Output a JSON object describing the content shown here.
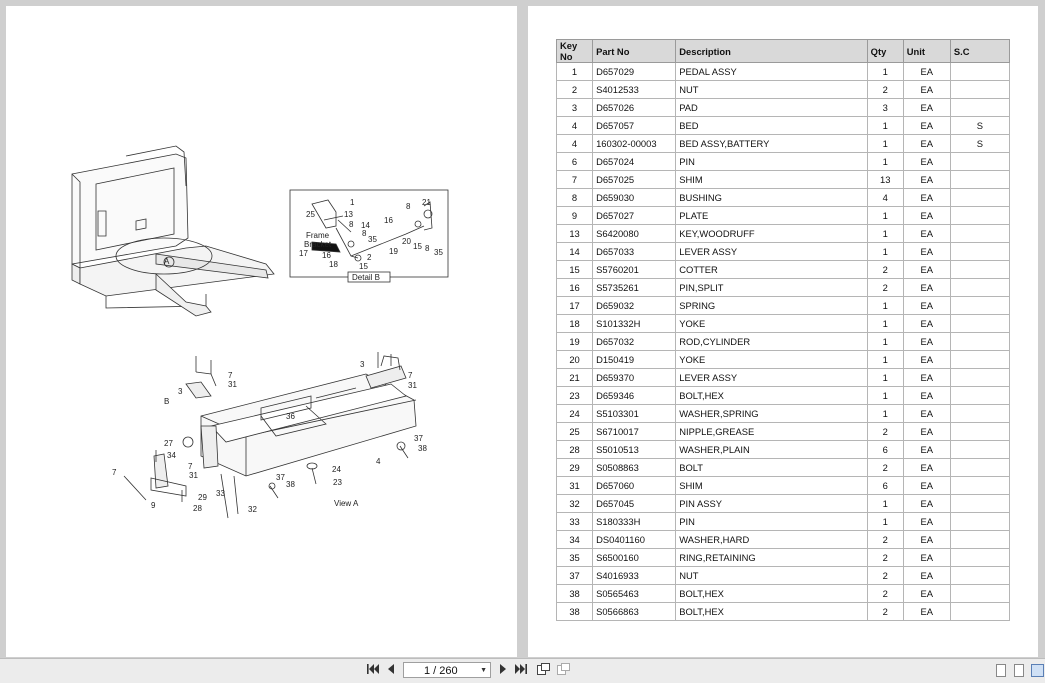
{
  "drawing": {
    "labels": {
      "frame_bracket_1": "Frame",
      "frame_bracket_2": "Bracket",
      "detail_b": "Detail  B",
      "view_a": "View  A",
      "marker_a": "A",
      "marker_b": "B",
      "detail_numbers": [
        "1",
        "25",
        "13",
        "8",
        "14",
        "8",
        "35",
        "16",
        "17",
        "16",
        "18",
        "15",
        "2",
        "19",
        "20",
        "8",
        "21",
        "15",
        "8",
        "35"
      ],
      "view_numbers": [
        "7",
        "31",
        "3",
        "B",
        "36",
        "3",
        "7",
        "31",
        "27",
        "34",
        "7",
        "31",
        "7",
        "9",
        "29",
        "28",
        "33",
        "37",
        "38",
        "24",
        "23",
        "32",
        "4",
        "37",
        "38"
      ]
    }
  },
  "table": {
    "headers": [
      "Key No",
      "Part No",
      "Description",
      "Qty",
      "Unit",
      "S.C"
    ],
    "rows": [
      [
        "1",
        "D657029",
        "PEDAL ASSY",
        "1",
        "EA",
        ""
      ],
      [
        "2",
        "S4012533",
        "NUT",
        "2",
        "EA",
        ""
      ],
      [
        "3",
        "D657026",
        "PAD",
        "3",
        "EA",
        ""
      ],
      [
        "4",
        "D657057",
        "BED",
        "1",
        "EA",
        "S"
      ],
      [
        "4",
        "160302-00003",
        "BED ASSY,BATTERY",
        "1",
        "EA",
        "S"
      ],
      [
        "6",
        "D657024",
        "PIN",
        "1",
        "EA",
        ""
      ],
      [
        "7",
        "D657025",
        "SHIM",
        "13",
        "EA",
        ""
      ],
      [
        "8",
        "D659030",
        "BUSHING",
        "4",
        "EA",
        ""
      ],
      [
        "9",
        "D657027",
        "PLATE",
        "1",
        "EA",
        ""
      ],
      [
        "13",
        "S6420080",
        "KEY,WOODRUFF",
        "1",
        "EA",
        ""
      ],
      [
        "14",
        "D657033",
        "LEVER ASSY",
        "1",
        "EA",
        ""
      ],
      [
        "15",
        "S5760201",
        "COTTER",
        "2",
        "EA",
        ""
      ],
      [
        "16",
        "S5735261",
        "PIN,SPLIT",
        "2",
        "EA",
        ""
      ],
      [
        "17",
        "D659032",
        "SPRING",
        "1",
        "EA",
        ""
      ],
      [
        "18",
        "S101332H",
        "YOKE",
        "1",
        "EA",
        ""
      ],
      [
        "19",
        "D657032",
        "ROD,CYLINDER",
        "1",
        "EA",
        ""
      ],
      [
        "20",
        "D150419",
        "YOKE",
        "1",
        "EA",
        ""
      ],
      [
        "21",
        "D659370",
        "LEVER ASSY",
        "1",
        "EA",
        ""
      ],
      [
        "23",
        "D659346",
        "BOLT,HEX",
        "1",
        "EA",
        ""
      ],
      [
        "24",
        "S5103301",
        "WASHER,SPRING",
        "1",
        "EA",
        ""
      ],
      [
        "25",
        "S6710017",
        "NIPPLE,GREASE",
        "2",
        "EA",
        ""
      ],
      [
        "28",
        "S5010513",
        "WASHER,PLAIN",
        "6",
        "EA",
        ""
      ],
      [
        "29",
        "S0508863",
        "BOLT",
        "2",
        "EA",
        ""
      ],
      [
        "31",
        "D657060",
        "SHIM",
        "6",
        "EA",
        ""
      ],
      [
        "32",
        "D657045",
        "PIN ASSY",
        "1",
        "EA",
        ""
      ],
      [
        "33",
        "S180333H",
        "PIN",
        "1",
        "EA",
        ""
      ],
      [
        "34",
        "DS0401160",
        "WASHER,HARD",
        "2",
        "EA",
        ""
      ],
      [
        "35",
        "S6500160",
        "RING,RETAINING",
        "2",
        "EA",
        ""
      ],
      [
        "37",
        "S4016933",
        "NUT",
        "2",
        "EA",
        ""
      ],
      [
        "38",
        "S0565463",
        "BOLT,HEX",
        "2",
        "EA",
        ""
      ],
      [
        "38",
        "S0566863",
        "BOLT,HEX",
        "2",
        "EA",
        ""
      ]
    ]
  },
  "toolbar": {
    "page_indicator": "1 / 260",
    "icons": [
      "first-page-icon",
      "prev-page-icon",
      "next-page-icon",
      "last-page-icon",
      "fit-page-icon",
      "rotate-icon",
      "single-page-view-icon",
      "continuous-view-icon",
      "facing-view-icon"
    ]
  }
}
